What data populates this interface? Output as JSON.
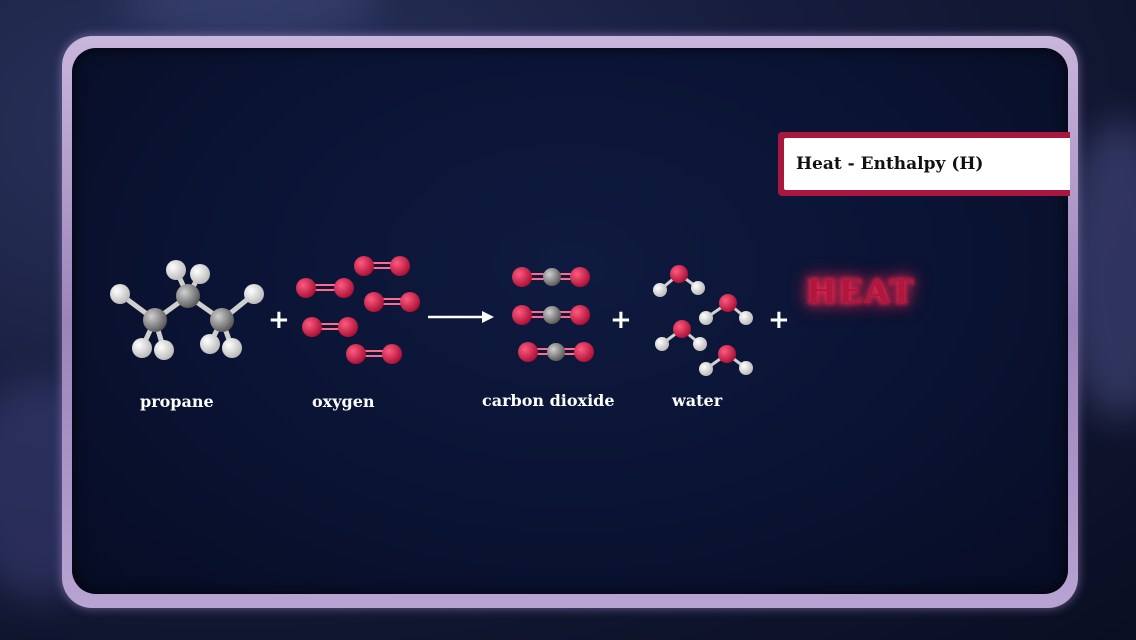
{
  "title_box": {
    "label": "Heat - Enthalpy (H)"
  },
  "equation": {
    "reactants": [
      {
        "label": "propane",
        "icon": "propane-molecule-icon"
      },
      {
        "label": "oxygen",
        "icon": "oxygen-molecules-icon"
      }
    ],
    "products": [
      {
        "label": "carbon dioxide",
        "icon": "carbon-dioxide-molecules-icon"
      },
      {
        "label": "water",
        "icon": "water-molecules-icon"
      }
    ],
    "plus_symbol": "+",
    "heat_text": "HEAT"
  },
  "colors": {
    "oxygen_atom": "#c8143e",
    "carbon_atom": "#8a8a8a",
    "hydrogen_atom": "#e8e8e8",
    "frame": "#b9a4d3",
    "panel": "#0b1536",
    "accent": "#a9173f"
  }
}
